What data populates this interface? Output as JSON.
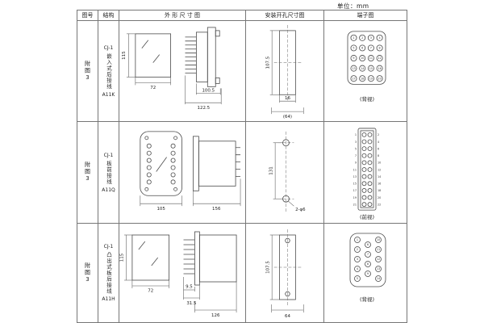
{
  "unit": "单位：mm",
  "headers": {
    "fig": "图号",
    "structure": "结构",
    "outline": "外 形 尺 寸 图",
    "mounting": "安装开孔尺寸图",
    "terminal": "端子图"
  },
  "rows": [
    {
      "fig": "附图3",
      "model": "CJ-1",
      "structure": "嵌入式后接线",
      "code": "A11K",
      "outline": {
        "height": "115",
        "width": "72",
        "depth1": "100.5",
        "depth2": "122.5"
      },
      "mounting": {
        "height": "107.5",
        "slot": "16",
        "spacing": "(64)"
      },
      "terminal": {
        "layout": "grid-4x5",
        "label": "(背视)",
        "numbers": [
          1,
          2,
          3,
          4,
          5,
          6,
          7,
          8,
          9,
          10,
          11,
          12,
          13,
          14,
          15,
          16,
          17,
          18,
          19,
          20
        ]
      }
    },
    {
      "fig": "附图3",
      "model": "CJ-1",
      "structure": "板前接线",
      "code": "A11Q",
      "outline": {
        "width": "105",
        "depth": "156"
      },
      "mounting": {
        "holes": "2-φ6",
        "spacing": "131"
      },
      "terminal": {
        "layout": "strip-2x11",
        "label": "(前视)",
        "numbers": [
          1,
          2,
          3,
          4,
          5,
          6,
          7,
          8,
          9,
          10,
          11,
          12,
          13,
          14,
          15,
          16,
          17,
          18,
          19,
          20,
          21,
          22
        ]
      }
    },
    {
      "fig": "附图3",
      "model": "CJ-1",
      "structure": "凸出式板后接线",
      "code": "A11H",
      "outline": {
        "height": "115",
        "width": "72",
        "pin": "9.5",
        "offset": "31.5",
        "depth": "126"
      },
      "mounting": {
        "height": "107.5",
        "spacing": "64"
      },
      "terminal": {
        "layout": "grid-5-4-5",
        "label": "(背视)",
        "numbers": [
          1,
          2,
          3,
          4,
          5,
          6,
          7,
          8,
          9,
          10,
          11,
          12,
          13,
          14
        ]
      }
    }
  ]
}
